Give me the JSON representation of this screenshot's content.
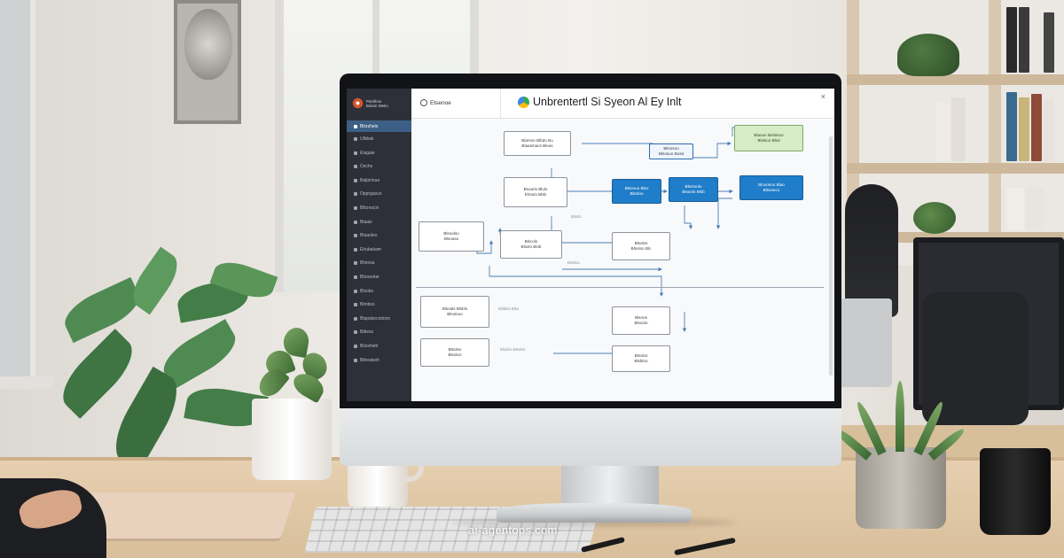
{
  "screen": {
    "sidebar": {
      "brand_lines": [
        "Pashhoo",
        "Bolam Weko"
      ],
      "items": [
        {
          "label": "Blrzzheis",
          "active": true
        },
        {
          "label": "Ulbbak"
        },
        {
          "label": "Elagaie"
        },
        {
          "label": "Oschs"
        },
        {
          "label": "Balpirioue"
        },
        {
          "label": "Opprgasus"
        },
        {
          "label": "Bllcrescin"
        },
        {
          "label": "Blaais"
        },
        {
          "label": "Blaaoleo"
        },
        {
          "label": "Elrubakam"
        },
        {
          "label": "Bloiosa"
        },
        {
          "label": "Blizseetar"
        },
        {
          "label": "Blsobs"
        },
        {
          "label": "Blmbos"
        },
        {
          "label": "Blapsbecotions"
        },
        {
          "label": "Bdiess"
        },
        {
          "label": "Bloisheltr"
        },
        {
          "label": "Bllrealesh"
        }
      ]
    },
    "topbar": {
      "tab_label": "Etsenoe",
      "title": "Unbrentertl Si Syeon Al Ey Inlt",
      "close_glyph": "×"
    },
    "flow": {
      "nodes": {
        "n1": [
          "Blarsno Blbdu Bu",
          "Blaasmacs Bleus"
        ],
        "n2": [
          "Blisnsoo",
          "Blsosuo Bosd"
        ],
        "n3": [
          "Blaoun Beloisoo",
          "Blslsoo Blsd"
        ],
        "n4": [
          "Bsoaris Blulo",
          "Elrsulo Blsb"
        ],
        "n5": [
          "Blsoouo Blso",
          "Blsoloo"
        ],
        "n6": [
          "Blsrsoolo",
          "Blsoolo Blsb"
        ],
        "n7": [
          "Blooosoo Blao",
          "Blsoseco"
        ],
        "n8": [
          "Blsoolso",
          "Blsoaso"
        ],
        "n9": [
          "Blscolo",
          "Blsolo Blob"
        ],
        "n10": [
          "Blsolos",
          "Blsoloo Blc"
        ],
        "n11": [
          "Blsoals Blsblo",
          "Blsotsoo"
        ],
        "n12": [
          "Blsnos",
          "Blsoolo"
        ],
        "n13": [
          "Blsolso",
          "Blsoloo"
        ],
        "n14": [
          "Blsolos",
          "Blsbloo"
        ]
      },
      "edge_labels": {
        "e1": "Blsolo",
        "e2": "Blsoloo",
        "e3": "Blsbloo Blso",
        "e4": "Blsoloo Blsolos"
      }
    }
  },
  "watermark": "ai-agentops.com",
  "colors": {
    "sidebar_bg": "#2d3039",
    "sidebar_active": "#3d5f86",
    "node_blue": "#1f7dc9",
    "node_green": "#d6ecc8"
  }
}
